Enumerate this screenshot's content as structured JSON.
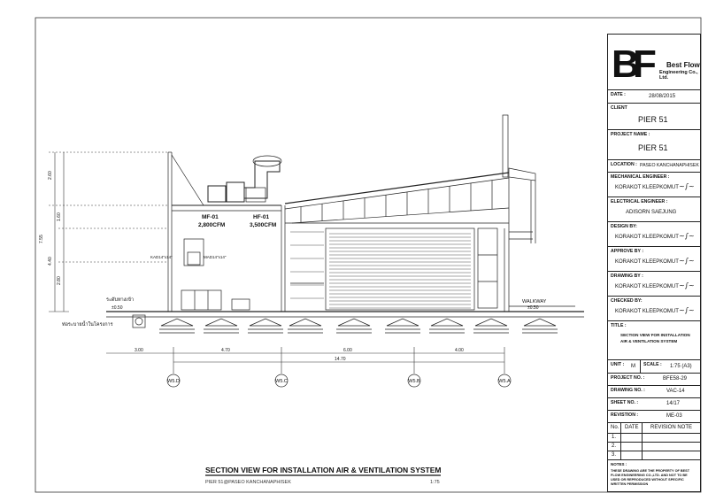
{
  "drawing": {
    "title": "SECTION VIEW FOR INSTALLATION AIR & VENTILATION SYSTEM",
    "subtitle": "PIER 51@PASEO KANCHANAPHISEK",
    "scale_text": "1:75",
    "labels": {
      "mf_tag": "MF-01",
      "mf_flow": "2,800CFM",
      "hf_tag": "HF-01",
      "hf_flow": "3,500CFM",
      "mad": "MAD14\"x14\"",
      "kad": "KAD14\"x14\"",
      "walkway": "WALKWAY",
      "walkway_lvl": "±0.50",
      "left_level_th": "ระดับทางเข้า",
      "left_level": "±0.50",
      "drain_th": "ท่อระบายน้ำในโครงการ"
    },
    "dims": {
      "left_vertical": [
        "2.60",
        "7.55",
        "1.60",
        "4.40",
        "2.80"
      ],
      "bottom": [
        "3.00",
        "4.70",
        "6.00",
        "4.00"
      ],
      "total": "14.70"
    },
    "grids": [
      "W5.D",
      "W5.C",
      "W5.B",
      "W5.A"
    ]
  },
  "titleblock": {
    "company": "Best Flow",
    "company2": "Engineering Co., Ltd.",
    "date_label": "DATE :",
    "date": "28/08/2015",
    "client_label": "CLIENT",
    "client": "PIER 51",
    "project_label": "PROJECT NAME :",
    "project": "PIER 51",
    "location_label": "LOCATION :",
    "location": "PASEO KANCHANAPHISEK",
    "mech_label": "MECHANICAL ENGINEER :",
    "mech": "KORAKOT KLEEPKOMUT",
    "elec_label": "ELECTRICAL ENGINEER :",
    "elec": "ADISORN SAEJUNG",
    "design_label": "DESIGN BY:",
    "design": "KORAKOT KLEEPKOMUT",
    "approve_label": "APPROVE BY :",
    "approve": "KORAKOT KLEEPKOMUT",
    "drawing_by_label": "DRAWING BY :",
    "drawing_by": "KORAKOT KLEEPKOMUT",
    "checked_label": "CHECKED BY:",
    "checked": "KORAKOT KLEEPKOMUT",
    "title_label": "TITLE :",
    "title_1": "SECTION VIEW FOR INSTALLATION",
    "title_2": "AIR & VENTILATION SYSTEM",
    "unit_label": "UNIT :",
    "unit": "M",
    "scale_label": "SCALE :",
    "scale": "1:75 (A3)",
    "project_no_label": "PROJECT NO. :",
    "project_no": "BFE58-29",
    "drawing_no_label": "DRAWING NO. :",
    "drawing_no": "VAC-14",
    "sheet_label": "SHEET NO. :",
    "sheet": "14/17",
    "revision_label": "REVISTION :",
    "revision": "ME-03",
    "rev_cols": [
      "No.",
      "DATE",
      "REVISION NOTE"
    ],
    "rev_rows": [
      "1.",
      "2.",
      "3."
    ],
    "notes_label": "NOTES :",
    "notes": "THESE DRAWING ARE THE PROPERTY OF BEST FLOW ENGINEERING CO.,LTD. AND NOT TO BE USED OR REPRODUCED WITHOUT SPECIFIC WRITTEN PERMISSION"
  }
}
